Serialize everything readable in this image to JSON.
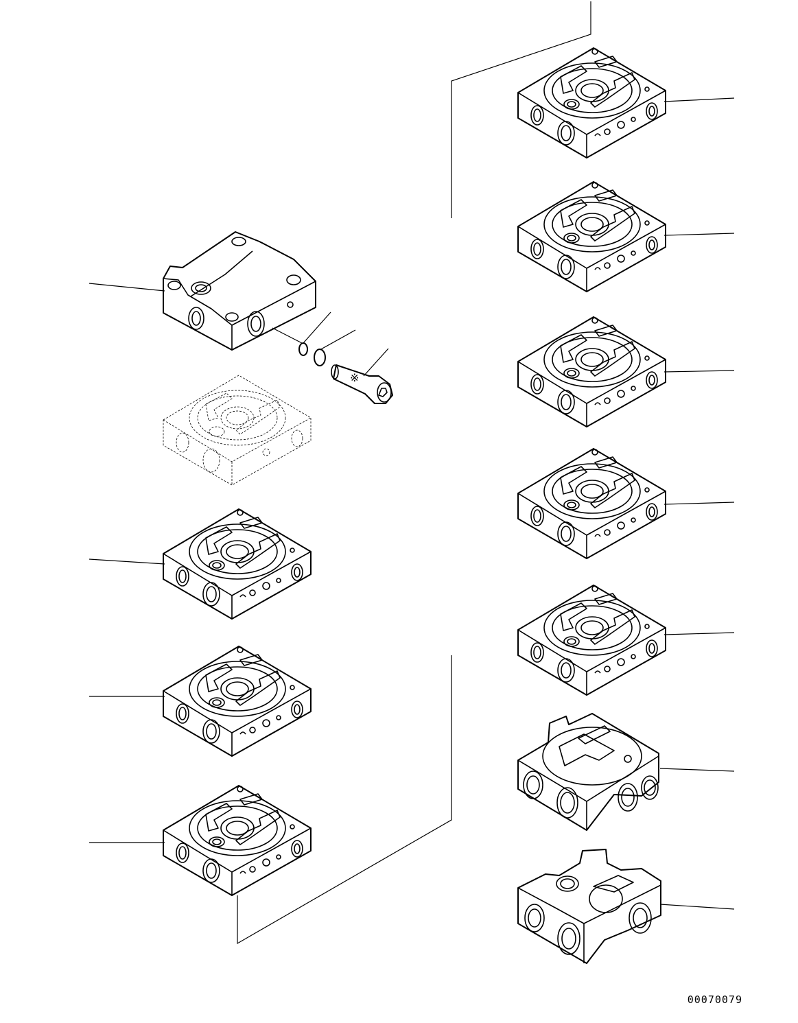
{
  "diagram": {
    "drawing_code": "00070079",
    "parts": [
      {
        "id": "cover-top-left",
        "shape": "end-cover-block"
      },
      {
        "id": "o-ring-1",
        "shape": "o-ring"
      },
      {
        "id": "o-ring-2",
        "shape": "o-ring"
      },
      {
        "id": "plug",
        "shape": "hex-socket-plug",
        "mark": "※"
      },
      {
        "id": "section-reference-dashed",
        "shape": "valve-section",
        "style": "dashed"
      },
      {
        "id": "section-left-1",
        "shape": "valve-section"
      },
      {
        "id": "section-left-2",
        "shape": "valve-section"
      },
      {
        "id": "section-left-3",
        "shape": "valve-section"
      },
      {
        "id": "section-right-1",
        "shape": "valve-section"
      },
      {
        "id": "section-right-2",
        "shape": "valve-section"
      },
      {
        "id": "section-right-3",
        "shape": "valve-section"
      },
      {
        "id": "section-right-4",
        "shape": "valve-section"
      },
      {
        "id": "section-right-5",
        "shape": "valve-section"
      },
      {
        "id": "inlet-section",
        "shape": "inlet-section"
      },
      {
        "id": "end-cover-bottom",
        "shape": "end-cover-block"
      }
    ],
    "colors": {
      "line": "#000000",
      "background": "#ffffff"
    }
  }
}
